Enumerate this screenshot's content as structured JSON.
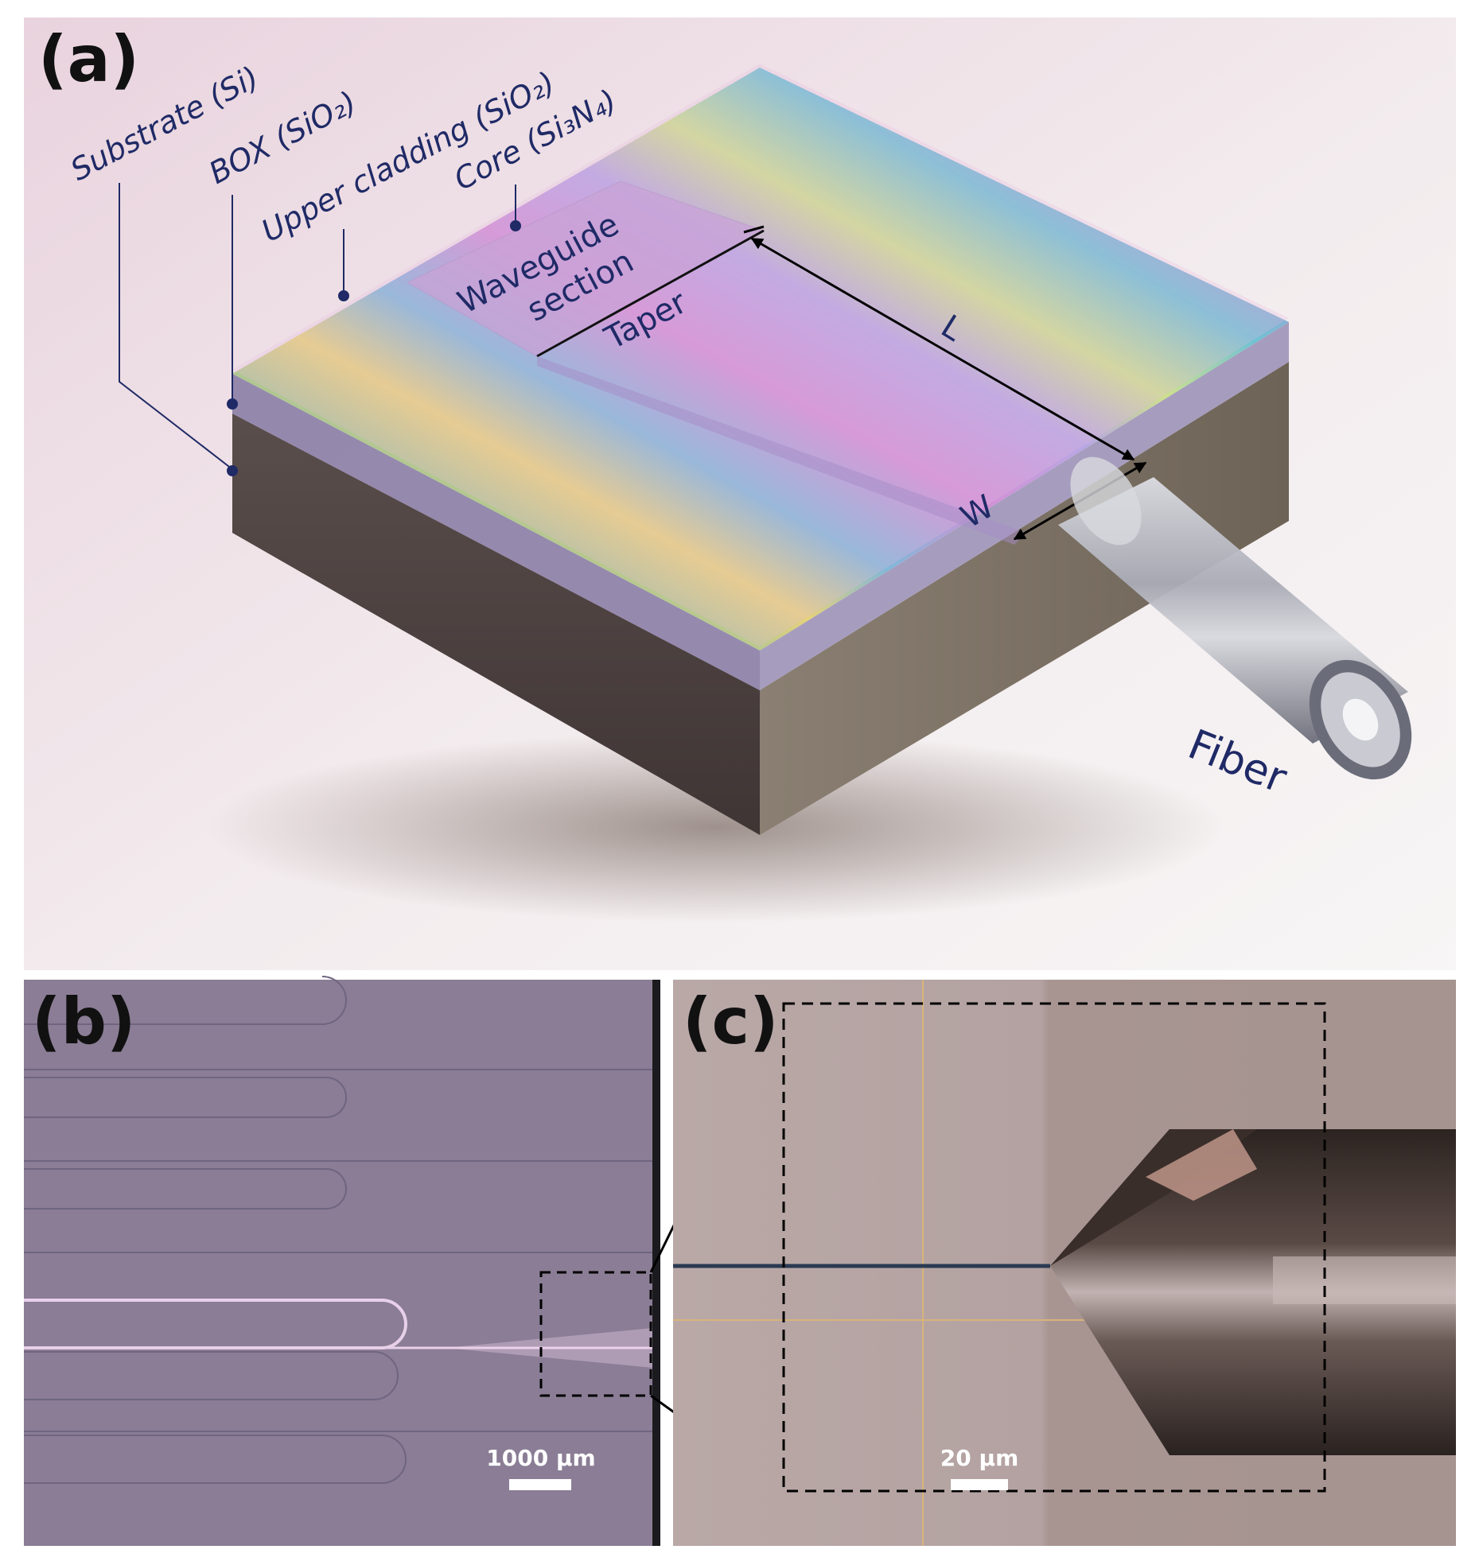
{
  "panels": {
    "a": {
      "label": "(a)",
      "layer_labels": {
        "substrate": "Substrate (Si)",
        "box": "BOX (SiO₂)",
        "upper_cladding": "Upper cladding (SiO₂)",
        "core": "Core (Si₃N₄)"
      },
      "waveguide_line1": "Waveguide",
      "waveguide_line2": "section",
      "taper": "Taper",
      "length_symbol": "L",
      "width_symbol": "W",
      "fiber": "Fiber"
    },
    "b": {
      "label": "(b)",
      "scale_bar": "1000 µm"
    },
    "c": {
      "label": "(c)",
      "scale_bar": "20 µm"
    }
  },
  "colors": {
    "label_text": "#1f2a66",
    "chip_side": "#4d4240",
    "microscope_bg": "#8a7d95"
  }
}
